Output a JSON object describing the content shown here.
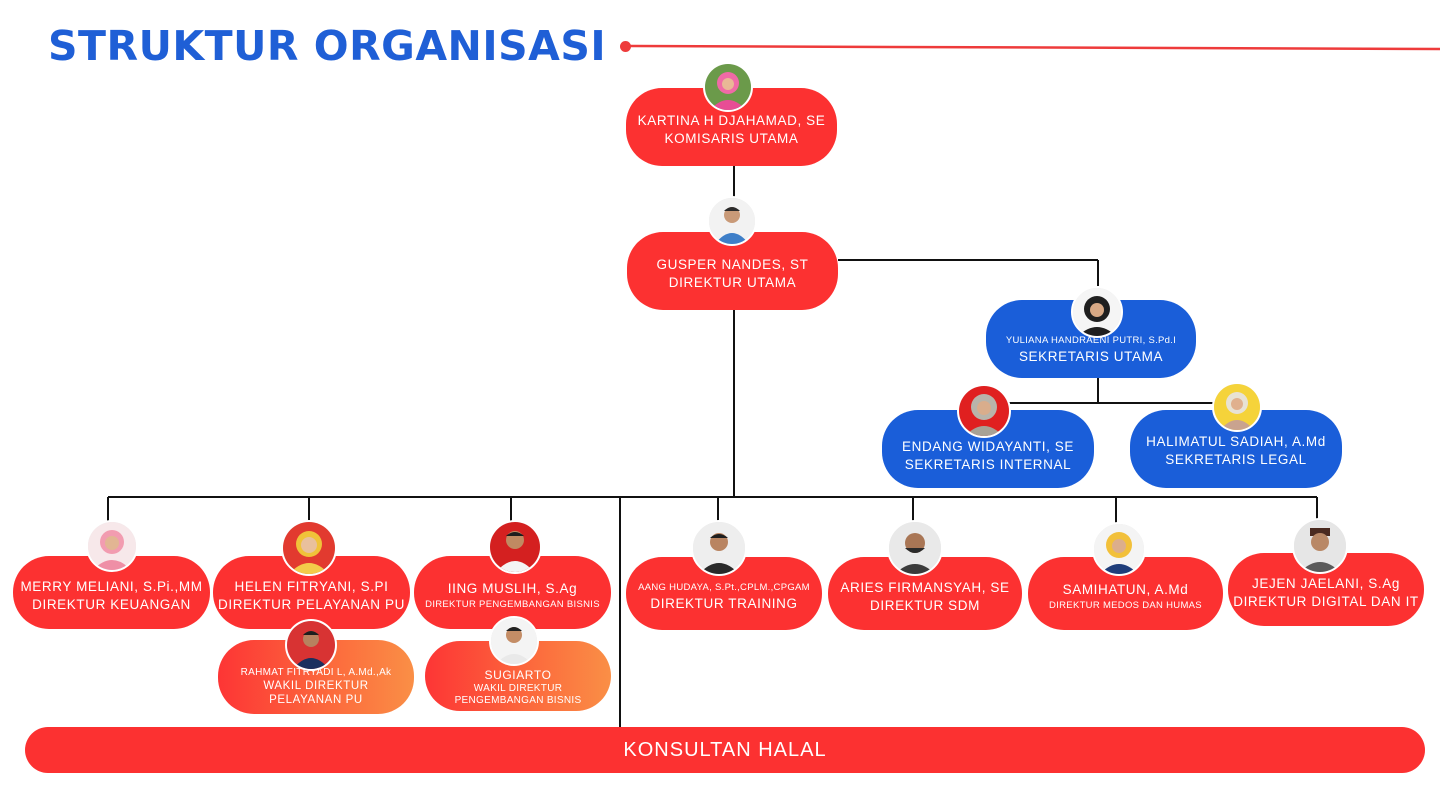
{
  "title": "STRUKTUR ORGANISASI",
  "colors": {
    "title": "#1f5fd6",
    "red": "#fc3131",
    "blue": "#1a5ed9",
    "orange": "#fa8f46",
    "line": "#111111",
    "accent_line": "#ee3b3b"
  },
  "people": {
    "kartina": {
      "name": "KARTINA H DJAHAMAD, SE",
      "role": "KOMISARIS UTAMA"
    },
    "gusper": {
      "name": "GUSPER NANDES, ST",
      "role": "DIREKTUR UTAMA"
    },
    "yuliana": {
      "name": "YULIANA HANDRAENI PUTRI, S.Pd.I",
      "role": "SEKRETARIS UTAMA"
    },
    "endang": {
      "name": "ENDANG WIDAYANTI, SE",
      "role": "SEKRETARIS INTERNAL"
    },
    "halimatul": {
      "name": "HALIMATUL SADIAH, A.Md",
      "role": "SEKRETARIS LEGAL"
    },
    "merry": {
      "name": "MERRY MELIANI, S.Pi.,MM",
      "role": "DIREKTUR KEUANGAN"
    },
    "helen": {
      "name": "HELEN FITRYANI, S.PI",
      "role": "DIREKTUR PELAYANAN PU"
    },
    "iing": {
      "name": "IING MUSLIH, S.Ag",
      "role": "DIREKTUR PENGEMBANGAN BISNIS"
    },
    "aang": {
      "name": "AANG HUDAYA, S.Pt.,CPLM.,CPGAM",
      "role": "DIREKTUR TRAINING"
    },
    "aries": {
      "name": "ARIES FIRMANSYAH, SE",
      "role": "DIREKTUR SDM"
    },
    "samihatun": {
      "name": "SAMIHATUN, A.Md",
      "role": "DIREKTUR MEDOS DAN HUMAS"
    },
    "jejen": {
      "name": "JEJEN JAELANI, S.Ag",
      "role": "DIREKTUR DIGITAL DAN IT"
    },
    "rahmat": {
      "name": "RAHMAT FITRYADI L, A.Md.,Ak",
      "role_line1": "WAKIL DIREKTUR",
      "role_line2": "PELAYANAN PU"
    },
    "sugiarto": {
      "name": "SUGIARTO",
      "role_line1": "WAKIL DIREKTUR",
      "role_line2": "PENGEMBANGAN BISNIS"
    }
  },
  "konsultan": "KONSULTAN HALAL"
}
